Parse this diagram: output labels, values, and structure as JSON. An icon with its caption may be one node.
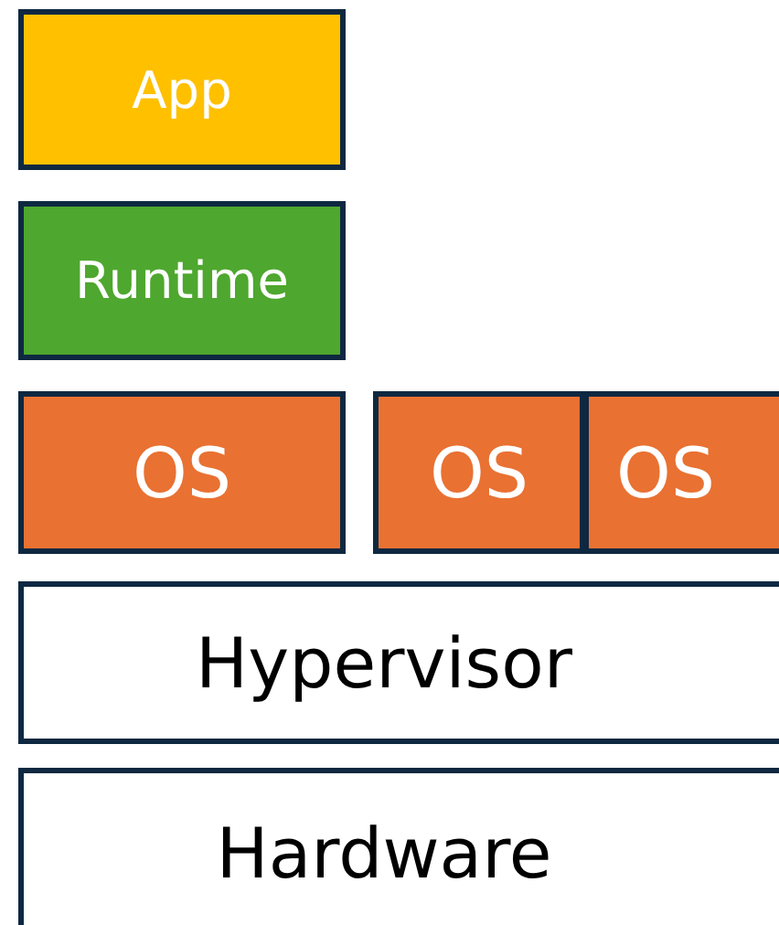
{
  "diagram": {
    "nodes": [
      {
        "text": [
          "App"
        ]
      },
      {
        "text": [
          "Runtime"
        ]
      },
      {
        "text": [
          "OS"
        ]
      },
      {
        "text": [
          "OS"
        ]
      },
      {
        "text": [
          "OS"
        ]
      },
      {
        "text": [
          "Hypervisor"
        ]
      },
      {
        "text": [
          "Hardware"
        ]
      }
    ]
  }
}
